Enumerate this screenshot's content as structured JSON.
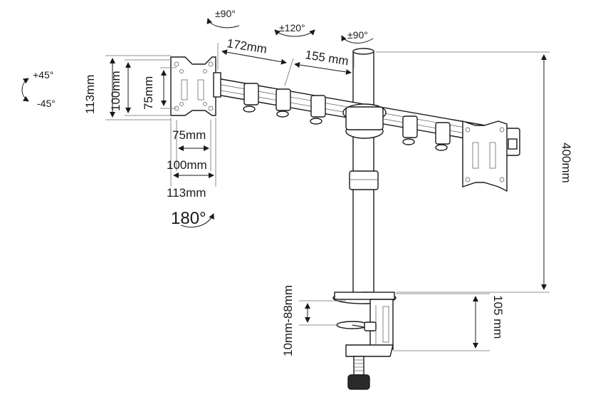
{
  "labels": {
    "tilt_up": "+45°",
    "tilt_down": "-45°",
    "swivel_left": "±90°",
    "swivel_center": "±120°",
    "swivel_right": "±90°",
    "arm_outer": "172mm",
    "arm_inner": "155 mm",
    "vesa_h_113": "113mm",
    "vesa_h_100": "100mm",
    "vesa_h_75": "75mm",
    "vesa_w_75": "75mm",
    "vesa_w_100": "100mm",
    "vesa_w_113": "113mm",
    "rotation": "180°",
    "pole_height": "400mm",
    "clamp_range": "10mm-88mm",
    "clamp_height": "105 mm"
  },
  "colors": {
    "line": "#1a1a1a",
    "background": "#ffffff"
  }
}
